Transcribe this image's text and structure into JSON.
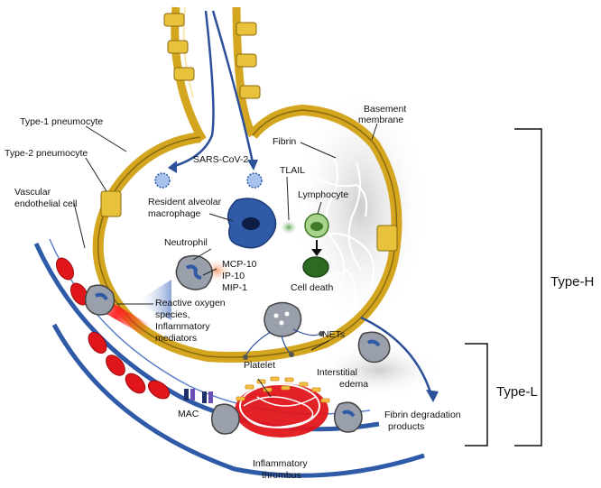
{
  "labels": {
    "type1": "Type-1 pneumocyte",
    "type2": "Type-2 pneumocyte",
    "vascular_1": "Vascular",
    "vascular_2": "endothelial cell",
    "sars": "SARS-CoV-2",
    "basement_1": "Basement",
    "basement_2": "membrane",
    "fibrin": "Fibrin",
    "tlail": "TLAIL",
    "lymphocyte": "Lymphocyte",
    "resident_1": "Resident alveolar",
    "resident_2": "macrophage",
    "neutrophil": "Neutrophil",
    "mcp": "MCP-10",
    "ip": "IP-10",
    "mip": "MIP-1",
    "cell_death": "Cell death",
    "ros_1": "Reactive oxygen",
    "ros_2": "species,",
    "ros_3": "Inflammatory",
    "ros_4": "mediators",
    "nets": "NETs",
    "platelet": "Platelet",
    "interstitial_1": "Interstitial",
    "interstitial_2": "edema",
    "mac": "MAC",
    "fdp_1": "Fibrin degradation",
    "fdp_2": "products",
    "thrombus_1": "Inflammatory",
    "thrombus_2": "thrombus",
    "type_h": "Type-H",
    "type_l": "Type-L"
  },
  "colors": {
    "membrane_gold": "#d4a51f",
    "membrane_dark": "#8a6a10",
    "cell_blue": "#2e5aa8",
    "arrow_blue": "#2c4f9a",
    "rbc_red": "#e0161b",
    "lymph_green": "#5a9a3a",
    "fibrin_gray": "#d9d9d9"
  }
}
